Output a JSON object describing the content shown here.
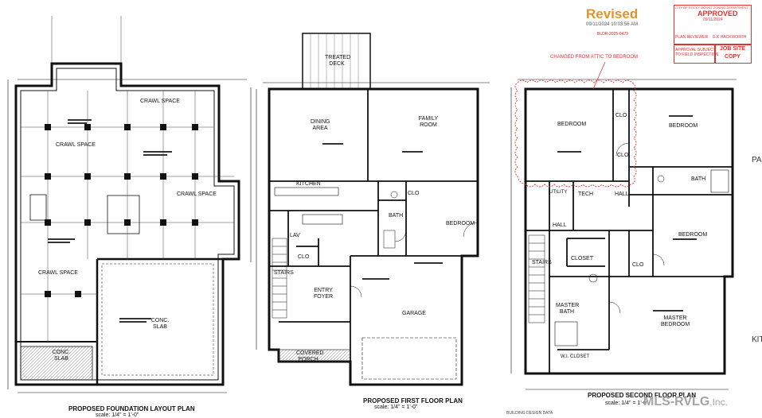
{
  "sheet": {
    "revised_stamp": "Revised",
    "revised_datetime": "09/11/2024   10:03:56 AM",
    "building_number": "BLDR-2025-0479",
    "approval": {
      "header": "CITY OF ROCKY MOUNT ZONING DEPARTMENT",
      "status": "APPROVED",
      "date": "09/11/2024",
      "reviewer_label": "PLAN REVIEWER",
      "reviewer_name": "G.K HACKWORTH",
      "subject_line1": "APPROVAL SUBJECT",
      "subject_line2": "TO FIELD INSPECTION",
      "job_site_line1": "JOB SITE",
      "job_site_line2": "COPY"
    },
    "revision_note": "CHANGED FROM ATTIC TO BEDROOM",
    "watermark_main": "MLS-RVLG",
    "watermark_suffix": ",Inc.",
    "edge_labels": {
      "top": "PA",
      "bottom": "KIT"
    },
    "bottom_notes": {
      "note_a": "BUILDING DESIGN DATA"
    }
  },
  "foundation_plan": {
    "title": "PROPOSED FOUNDATION LAYOUT PLAN",
    "scale": "scale: 1/4\" = 1'-0\"",
    "rooms": {
      "crawl_space_1": "CRAWL SPACE",
      "crawl_space_2": "CRAWL SPACE",
      "crawl_space_3": "CRAWL SPACE",
      "crawl_space_4": "CRAWL SPACE",
      "conc_slab_1": "CONC. SLAB",
      "conc_slab_2": "CONC. SLAB"
    }
  },
  "first_floor_plan": {
    "title": "PROPOSED FIRST FLOOR PLAN",
    "scale": "scale: 1/4\" = 1'-0\"",
    "rooms": {
      "treated_deck": "TREATED DECK",
      "dining_area": "DINING AREA",
      "family_room": "FAMILY ROOM",
      "kitchen": "KITCHEN",
      "clo_1": "CLO",
      "bath": "BATH",
      "bedroom": "BEDROOM",
      "lav": "LAV",
      "clo_2": "CLO",
      "stairs": "STAIRS",
      "entry_foyer": "ENTRY FOYER",
      "garage": "GARAGE",
      "covered_porch": "COVERED PORCH"
    }
  },
  "second_floor_plan": {
    "title": "PROPOSED SECOND FLOOR PLAN",
    "scale": "scale: 1/4\" = 1'-0\"",
    "rooms": {
      "bedroom_1": "BEDROOM",
      "clo_1": "CLO",
      "bedroom_2": "BEDROOM",
      "clo_2": "CLO",
      "bath_1": "BATH",
      "utility": "UTILITY",
      "tech": "TECH",
      "hall_1": "HALL",
      "hall_2": "HALL",
      "bedroom_3": "BEDROOM",
      "stairs": "STAIRS",
      "closet": "CLOSET",
      "clo_3": "CLO",
      "master_bath": "MASTER BATH",
      "master_bedroom": "MASTER BEDROOM",
      "wi_closet": "W.I. CLOSET"
    }
  }
}
